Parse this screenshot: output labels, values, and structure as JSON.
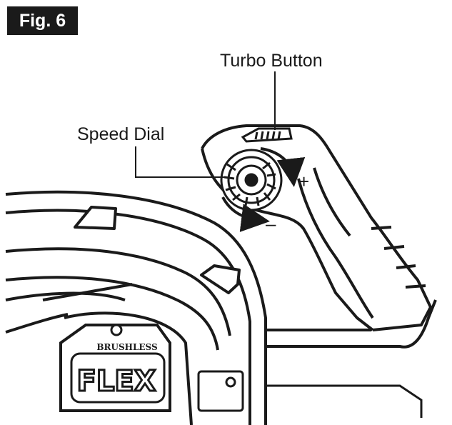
{
  "figure_label": "Fig. 6",
  "callouts": {
    "turbo_button": "Turbo Button",
    "speed_dial": "Speed Dial"
  },
  "speed_symbols": {
    "increase": "+",
    "decrease": "–"
  },
  "branding": {
    "motor": "BRUSHLESS",
    "logo": "FLEX"
  },
  "colors": {
    "ink": "#1a1a1a",
    "paper": "#ffffff"
  }
}
